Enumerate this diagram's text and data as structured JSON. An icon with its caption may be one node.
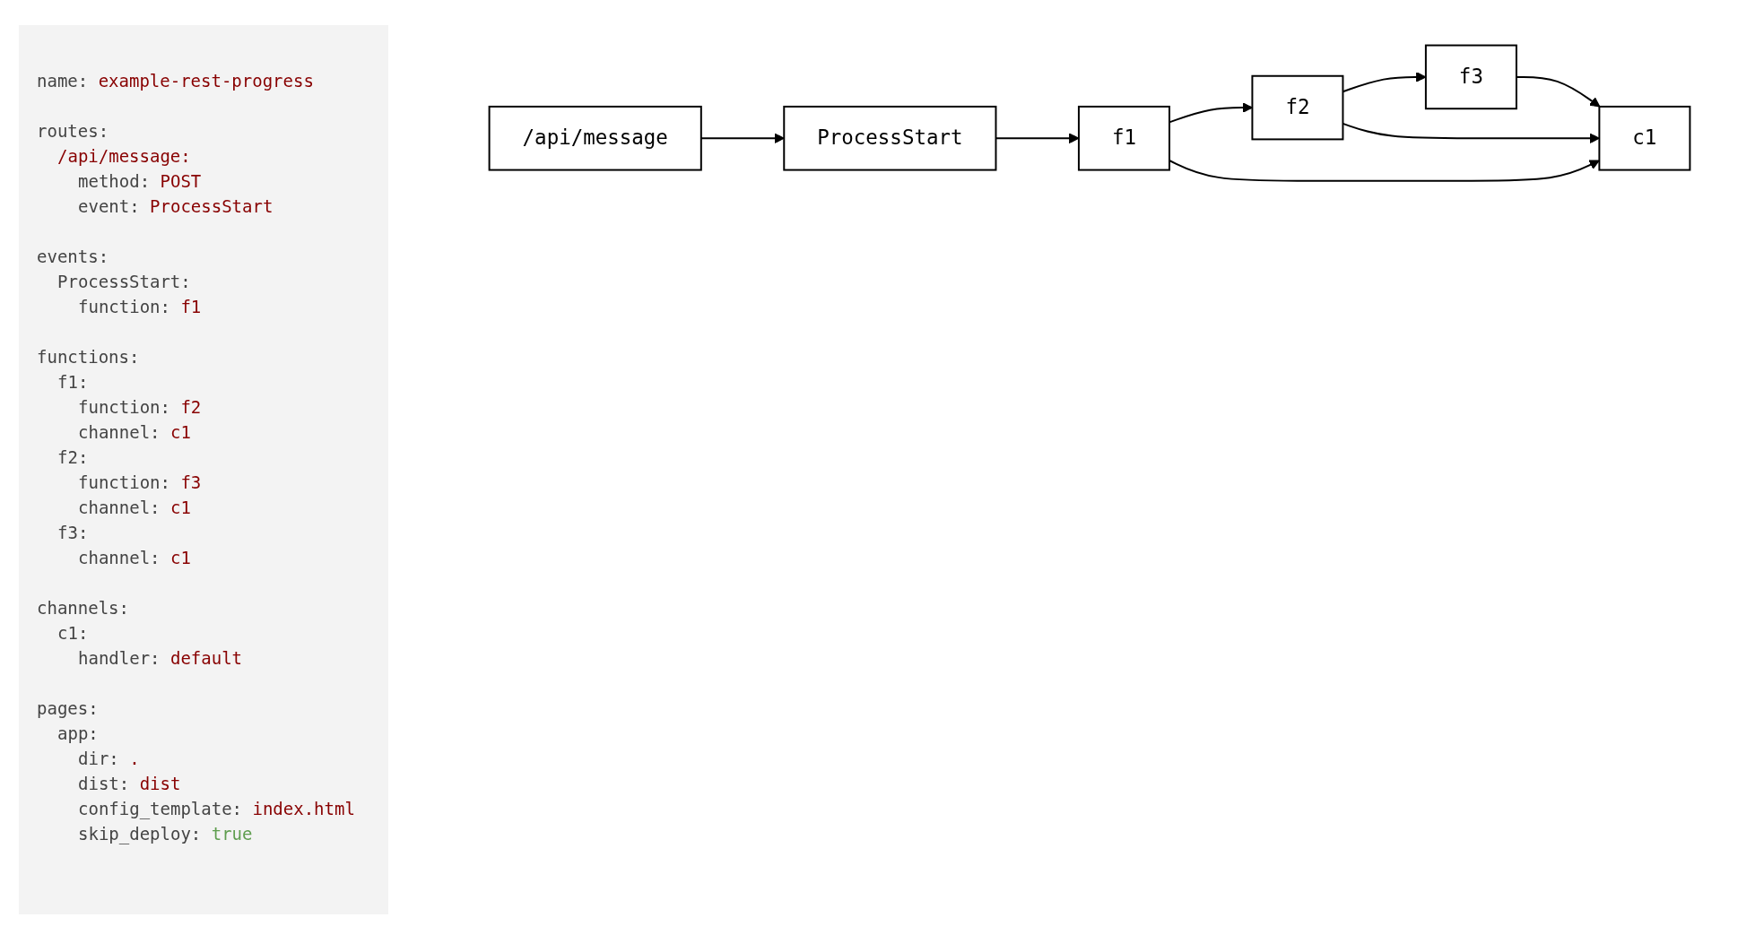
{
  "diagram": {
    "nodes": [
      {
        "text": [
          "/api/message"
        ]
      },
      {
        "text": [
          "ProcessStart"
        ]
      },
      {
        "text": [
          "f1"
        ]
      },
      {
        "text": [
          "f2"
        ]
      },
      {
        "text": [
          "f3"
        ]
      },
      {
        "text": [
          "c1"
        ]
      }
    ],
    "edges": [
      {
        "from": 0,
        "to": 1,
        "arrow": "to"
      },
      {
        "from": 1,
        "to": 2,
        "arrow": "to"
      },
      {
        "from": 2,
        "to": 3,
        "arrow": "to"
      },
      {
        "from": 3,
        "to": 4,
        "arrow": "to"
      },
      {
        "from": 4,
        "to": 5,
        "arrow": "to"
      },
      {
        "from": 3,
        "to": 5,
        "arrow": "to"
      },
      {
        "from": 2,
        "to": 5,
        "arrow": "to"
      }
    ],
    "labels": [
      "name: example-rest-progress",
      "routes:",
      "/api/message:",
      "method: POST",
      "event: ProcessStart",
      "events:",
      "ProcessStart:",
      "function: f1",
      "functions:",
      "f1:",
      "function: f2",
      "channel: c1",
      "f2:",
      "function: f3",
      "channel: c1",
      "f3:",
      "channel: c1",
      "channels:",
      "c1:",
      "handler: default",
      "pages:",
      "app:",
      "dir: .",
      "dist: dist",
      "config_template: index.html",
      "skip_deploy: true"
    ]
  }
}
